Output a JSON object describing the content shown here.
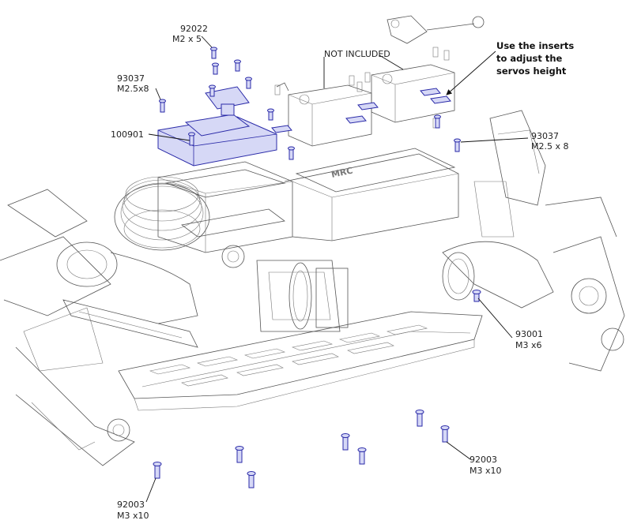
{
  "labels": {
    "p92022_code": "92022",
    "p92022_size": "M2 x 5",
    "p93037a_code": "93037",
    "p93037a_size": "M2.5x8",
    "p100901_code": "100901",
    "not_included": "NOT INCLUDED",
    "inserts_line1": "Use the inserts",
    "inserts_line2": "to adjust the",
    "inserts_line3": "servos height",
    "p93037b_code": "93037",
    "p93037b_size": "M2.5 x 8",
    "p93001_code": "93001",
    "p93001_size": "M3 x6",
    "p92003a_code": "92003",
    "p92003a_size": "M3 x10",
    "p92003b_code": "92003",
    "p92003b_size": "M3 x10"
  },
  "colors": {
    "highlight_part": "#2a2aa8",
    "highlight_fill": "#d6d8f6",
    "line_art": "#555555"
  }
}
